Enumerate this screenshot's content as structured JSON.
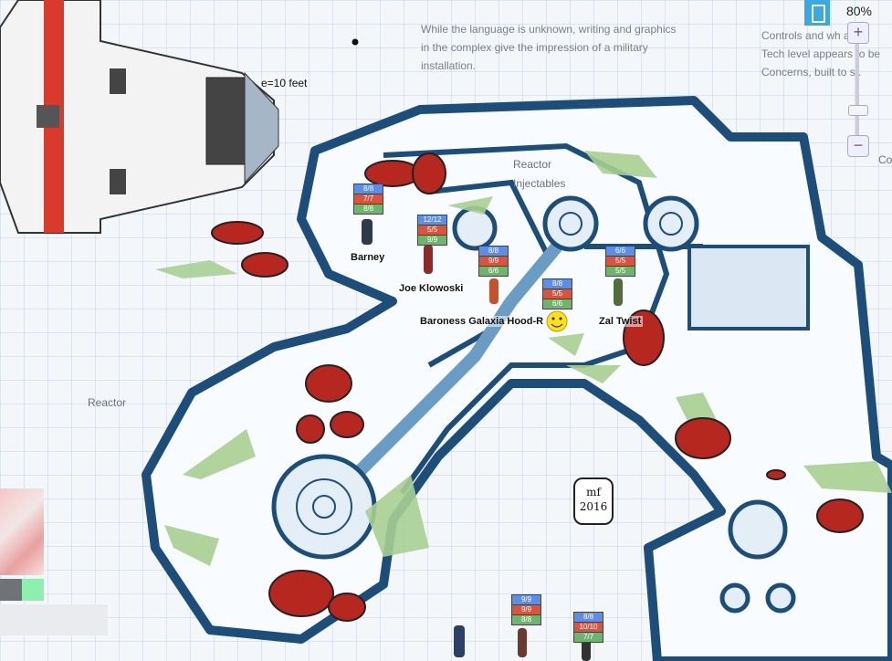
{
  "notes": {
    "left": [
      "While the language is unknown, writing and graphics",
      "in the complex give the impression of a military",
      "installation."
    ],
    "right": [
      "Controls and wh   are",
      "Tech level appears to be",
      "Concerns, built to  st."
    ],
    "right_edge": "Co"
  },
  "scale_label": "e=10 feet",
  "map_labels": {
    "reactor_top": "Reactor",
    "injectables": "Injectables",
    "reactor_left": "Reactor"
  },
  "signature": {
    "initials": "mf",
    "year": "2016"
  },
  "zoom": {
    "percent": "80%",
    "plus": "+",
    "minus": "−"
  },
  "tokens": [
    {
      "name": "Barney",
      "bars": [
        "8/8",
        "7/7",
        "8/8"
      ]
    },
    {
      "name": "Joe Klowoski",
      "bars": [
        "12/12",
        "5/5",
        "9/9"
      ]
    },
    {
      "name": "Baroness Galaxia Hood-R",
      "bars": [
        "8/8",
        "9/9",
        "6/6"
      ]
    },
    {
      "name": "Zal Twist",
      "bars": [
        "6/6",
        "5/5",
        "5/5"
      ]
    },
    {
      "name": "",
      "bars": [
        "8/8",
        "5/5",
        "6/6"
      ]
    },
    {
      "name": "",
      "bars": [
        "9/9",
        "9/9",
        "8/8"
      ]
    },
    {
      "name": "",
      "bars": [
        "8/8",
        "10/10",
        "7/7"
      ]
    }
  ],
  "colors": {
    "ink": "#1d4e7a",
    "blood": "#b5271f",
    "slime": "#a9cf92",
    "accent": "#3aa9e0"
  }
}
